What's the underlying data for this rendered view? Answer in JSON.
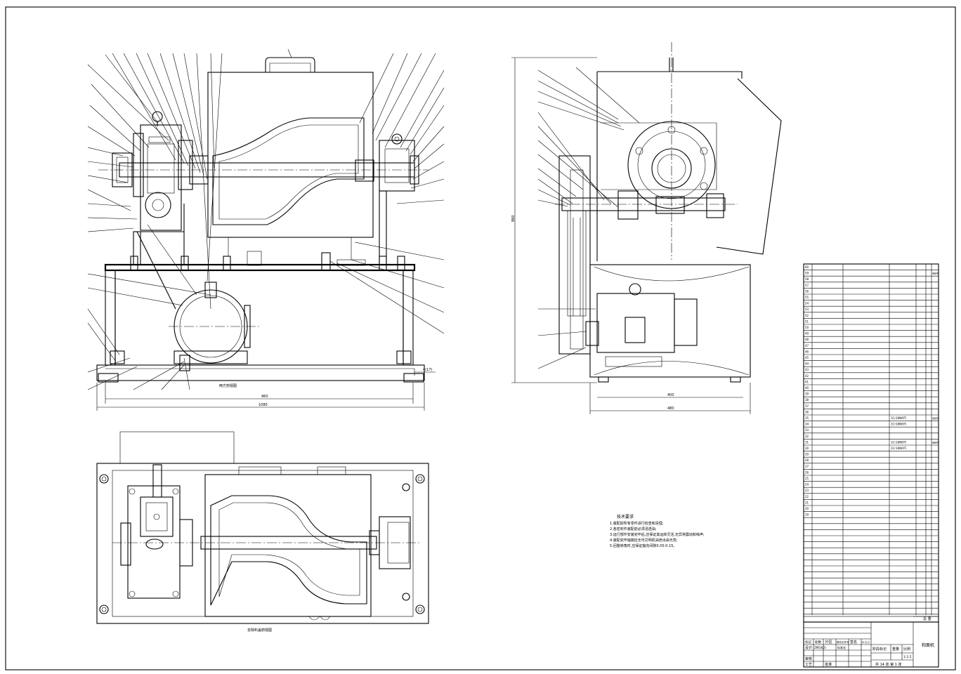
{
  "tech_requirements": {
    "heading": "技术要求",
    "items": [
      "1.装配前所有零件进行检查和清理;",
      "2.各密封件装配前必须浸透油;",
      "3.运行部件安装完毕后,应保证其运转灵活,无异常震动和噪声;",
      "4.装配完毕轴端应无可见明机油泄出由光亮;",
      "5.回整转角时,应保证轴向间隙0.05-0.15。"
    ]
  },
  "view_captions": {
    "front_view": "两方剖视图",
    "top_view": "去除料盖俯视图"
  },
  "dimensions": {
    "front_width_inner": "960",
    "front_width_total": "1080",
    "front_small": "4(17)",
    "side_height": "880",
    "side_width_inner": "400",
    "side_width_total": "480"
  },
  "parts_list": {
    "row_numbers": [
      "60",
      "59",
      "58",
      "57",
      "56",
      "55",
      "54",
      "53",
      "52",
      "51",
      "50",
      "49",
      "48",
      "47",
      "46",
      "45",
      "44",
      "43",
      "42",
      "41",
      "40",
      "39",
      "38",
      "37",
      "36",
      "35",
      "34",
      "33",
      "32",
      "31",
      "30",
      "29",
      "28",
      "27",
      "26",
      "25",
      "24",
      "23",
      "22",
      "21",
      "20",
      "19"
    ],
    "material_notes": [
      {
        "row": 26,
        "text": "1Cr18Ni9Ti"
      },
      {
        "row": 27,
        "text": "1Cr18Ni9Ti"
      },
      {
        "row": 30,
        "text": "1Cr18Ni9Ti"
      },
      {
        "row": 31,
        "text": "1Cr18Ni9Ti"
      }
    ],
    "remark_notes": [
      {
        "row": 2,
        "text": "组装件"
      },
      {
        "row": 26,
        "text": "组装件"
      },
      {
        "row": 30,
        "text": "组装件"
      }
    ]
  },
  "title_block": {
    "labels": [
      "标记",
      "处数",
      "分区",
      "更改文件号",
      "签名",
      "年.月.日"
    ],
    "designer_label": "设计",
    "designer_name": "ZM54(2)",
    "standardize_label": "标准化",
    "check_label": "审核",
    "process_label": "工艺",
    "approve_label": "批准",
    "stage_label": "阶段标记",
    "weight_label": "重量",
    "scale_label": "比例",
    "scale_value": "1:2.5",
    "sheet_text": "共 14 张  第 1 张",
    "drawing_name": "和面机",
    "total_label": "总 重"
  }
}
